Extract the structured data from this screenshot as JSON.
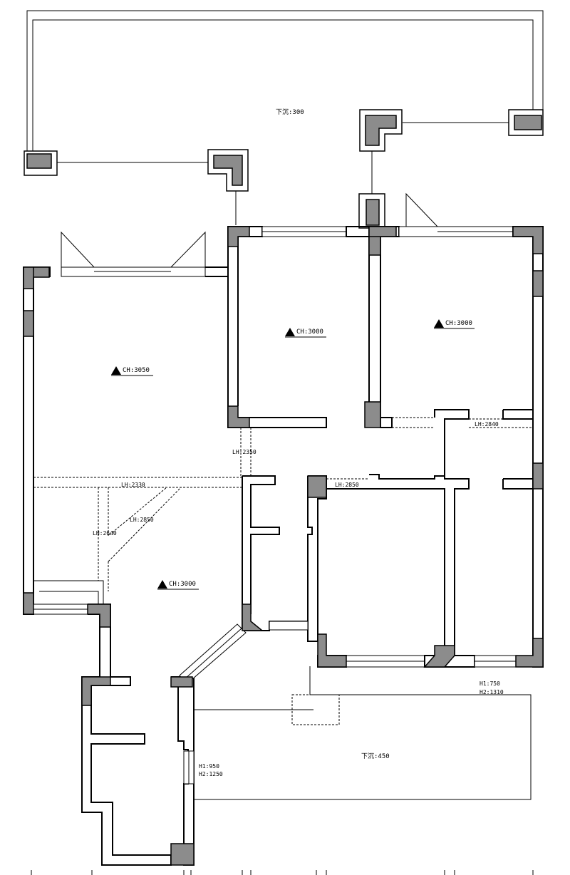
{
  "labels": {
    "top_ground": "下沉:300",
    "bottom_ground": "下沉:450",
    "living_ch": "CH:3050",
    "bedroom1_ch": "CH:3000",
    "bedroom2_ch": "CH:3000",
    "hall_ch": "CH:3000",
    "beam_2330": "LH:2330",
    "beam_2350": "LH:2350",
    "beam_2640": "LH:2640",
    "beam_2850_hall": "LH:2850",
    "beam_2850_mid": "LH:2850",
    "beam_2840": "LH:2840",
    "window_h1_right": "H1:750",
    "window_h2_right": "H2:1310",
    "window_h1_left": "H1:950",
    "window_h2_left": "H2:1250"
  },
  "colors": {
    "column_fill": "#8c8c8c",
    "line": "#000000",
    "background": "#ffffff"
  }
}
